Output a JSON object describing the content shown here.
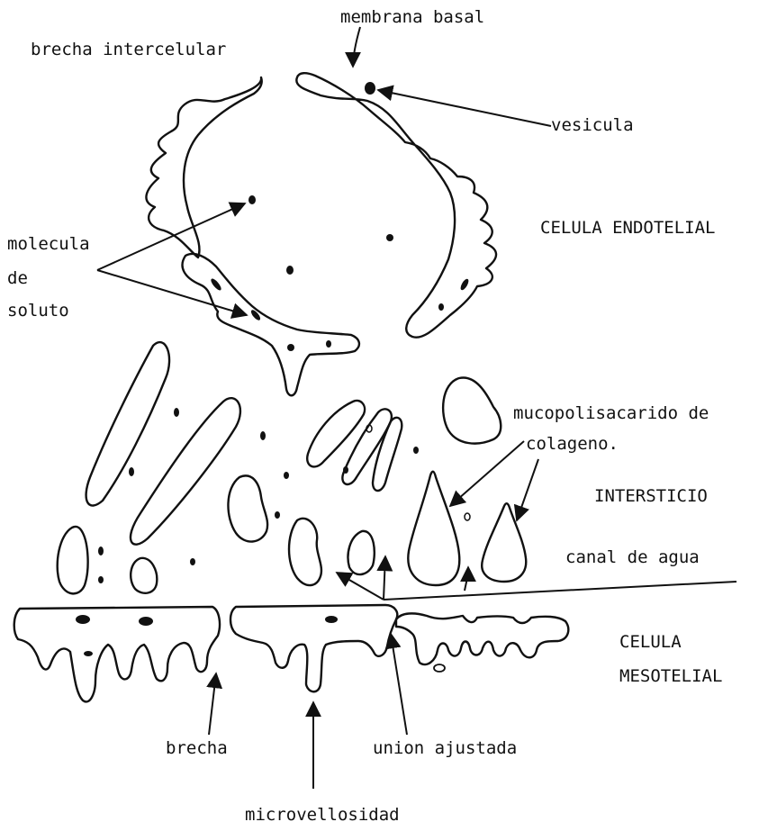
{
  "labels": {
    "membrana_basal": "membrana basal",
    "brecha_intercelular": "brecha intercelular",
    "vesicula": "vesicula",
    "celula_endotelial": "CELULA ENDOTELIAL",
    "molecula": "molecula",
    "de": "de",
    "soluto": "soluto",
    "mucopolisacarido": "mucopolisacarido de",
    "colageno": "colageno.",
    "intersticio": "INTERSTICIO",
    "canal_de_agua": "canal de agua",
    "celula": "CELULA",
    "mesotelial": "MESOTELIAL",
    "brecha": "brecha",
    "union_ajustada": "union ajustada",
    "microvellosidad": "microvellosidad"
  },
  "colors": {
    "ink": "#111111",
    "background": "#ffffff"
  }
}
